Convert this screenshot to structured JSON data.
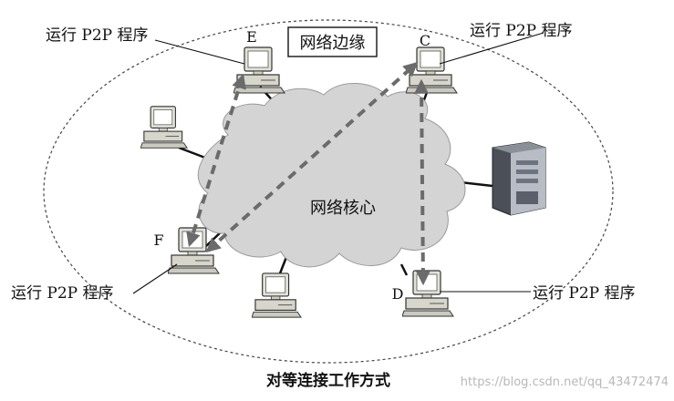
{
  "diagram": {
    "edge_label": "网络边缘",
    "core_label": "网络核心",
    "caption": "对等连接工作方式",
    "watermark": "https://blog.csdn.net/qq_43472474",
    "hosts": [
      {
        "id": "E",
        "letter": "E",
        "annotation": "运行 P2P 程序"
      },
      {
        "id": "C",
        "letter": "C",
        "annotation": "运行 P2P 程序"
      },
      {
        "id": "F",
        "letter": "F",
        "annotation": "运行 P2P 程序"
      },
      {
        "id": "D",
        "letter": "D",
        "annotation": "运行 P2P 程序"
      }
    ],
    "connections": [
      {
        "from": "E",
        "to": "F",
        "style": "dashed-arrow"
      },
      {
        "from": "F",
        "to": "C",
        "style": "dashed-arrow"
      },
      {
        "from": "C",
        "to": "D",
        "style": "dashed-arrow"
      }
    ],
    "colors": {
      "arrow": "#6b6b6b",
      "cloud": "#d4d4d4",
      "host_body": "#d9d9cf"
    }
  }
}
